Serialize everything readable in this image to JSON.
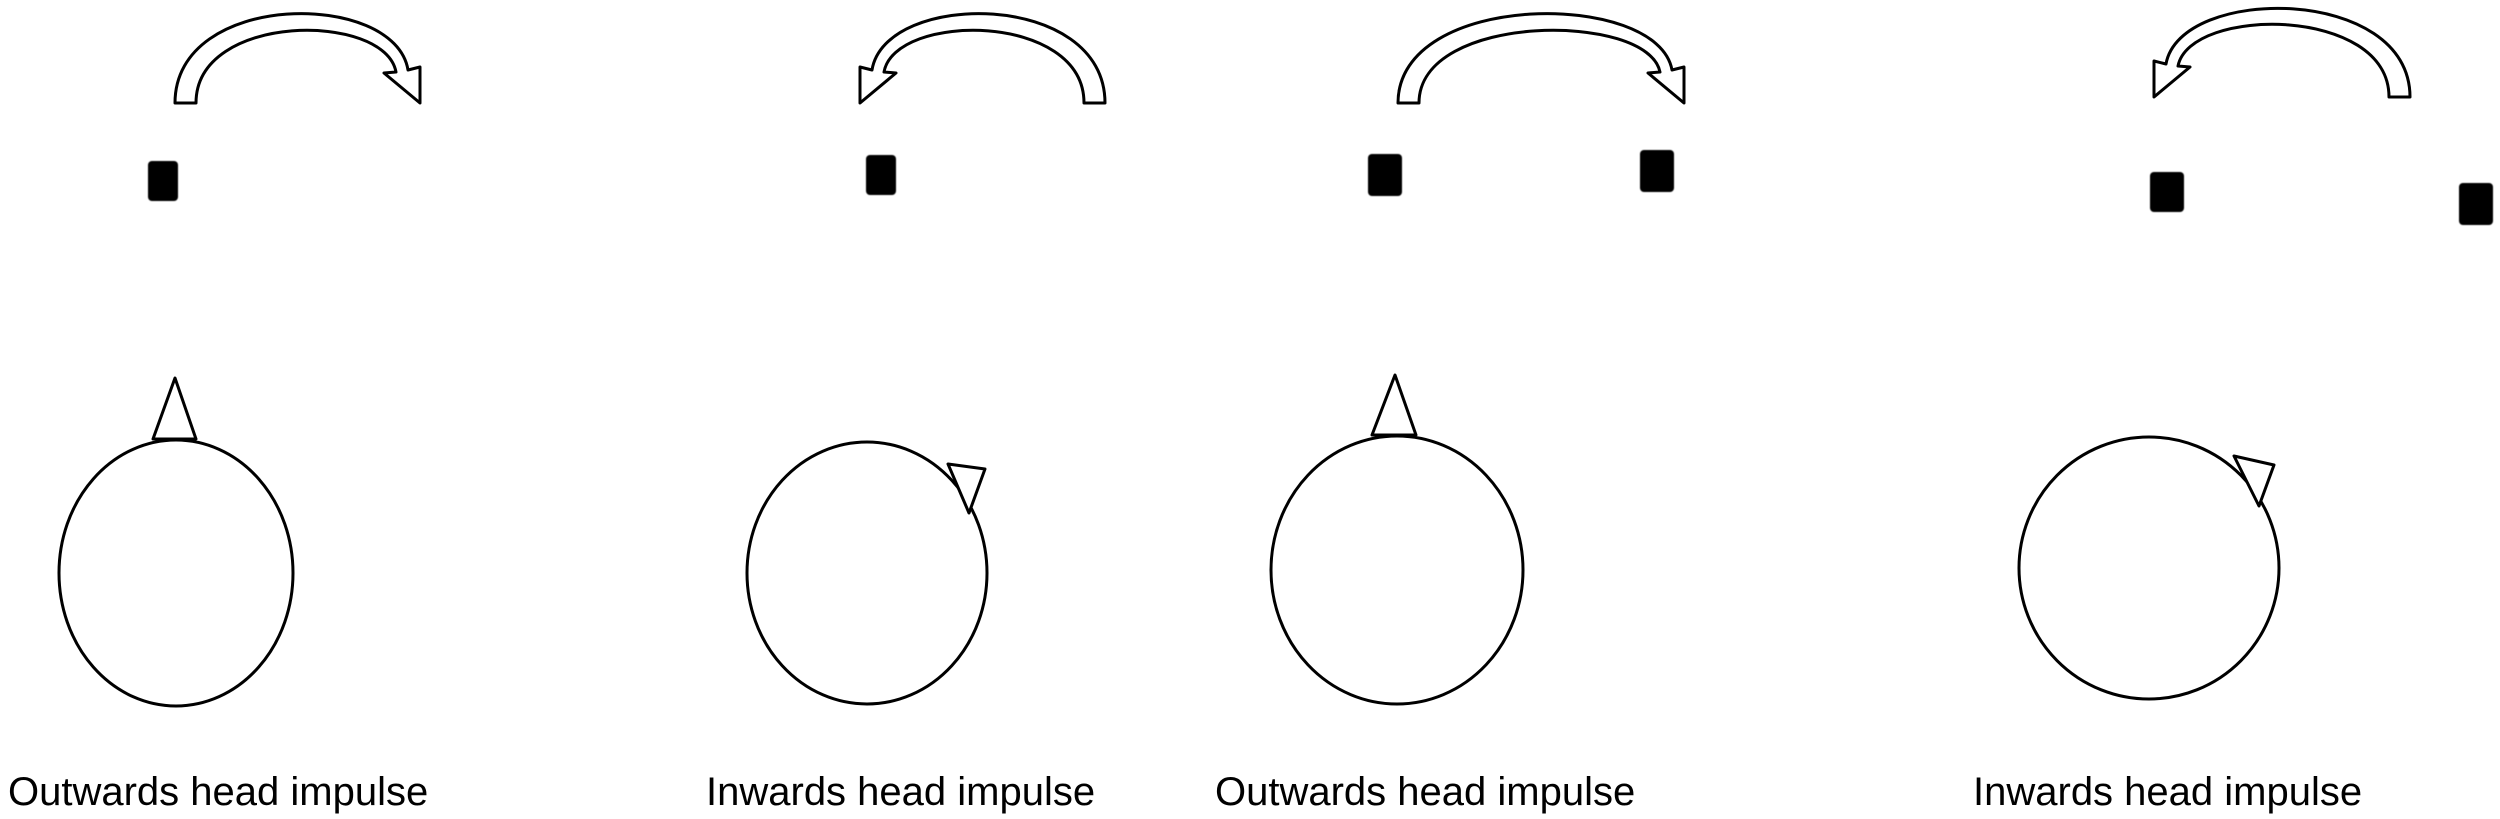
{
  "colors": {
    "stroke": "#000000",
    "background": "#ffffff",
    "target": "#000000"
  },
  "panels": [
    {
      "caption": "Outwards head impulse",
      "arrow_direction": "left-to-right",
      "nose_direction": "up",
      "target_count": 1
    },
    {
      "caption": "Inwards head impulse",
      "arrow_direction": "right-to-left",
      "nose_direction": "upper-right",
      "target_count": 1
    },
    {
      "caption": "Outwards head impulse",
      "arrow_direction": "left-to-right",
      "nose_direction": "up",
      "target_count": 2
    },
    {
      "caption": "Inwards head impulse",
      "arrow_direction": "right-to-left",
      "nose_direction": "upper-right",
      "target_count": 2
    }
  ]
}
